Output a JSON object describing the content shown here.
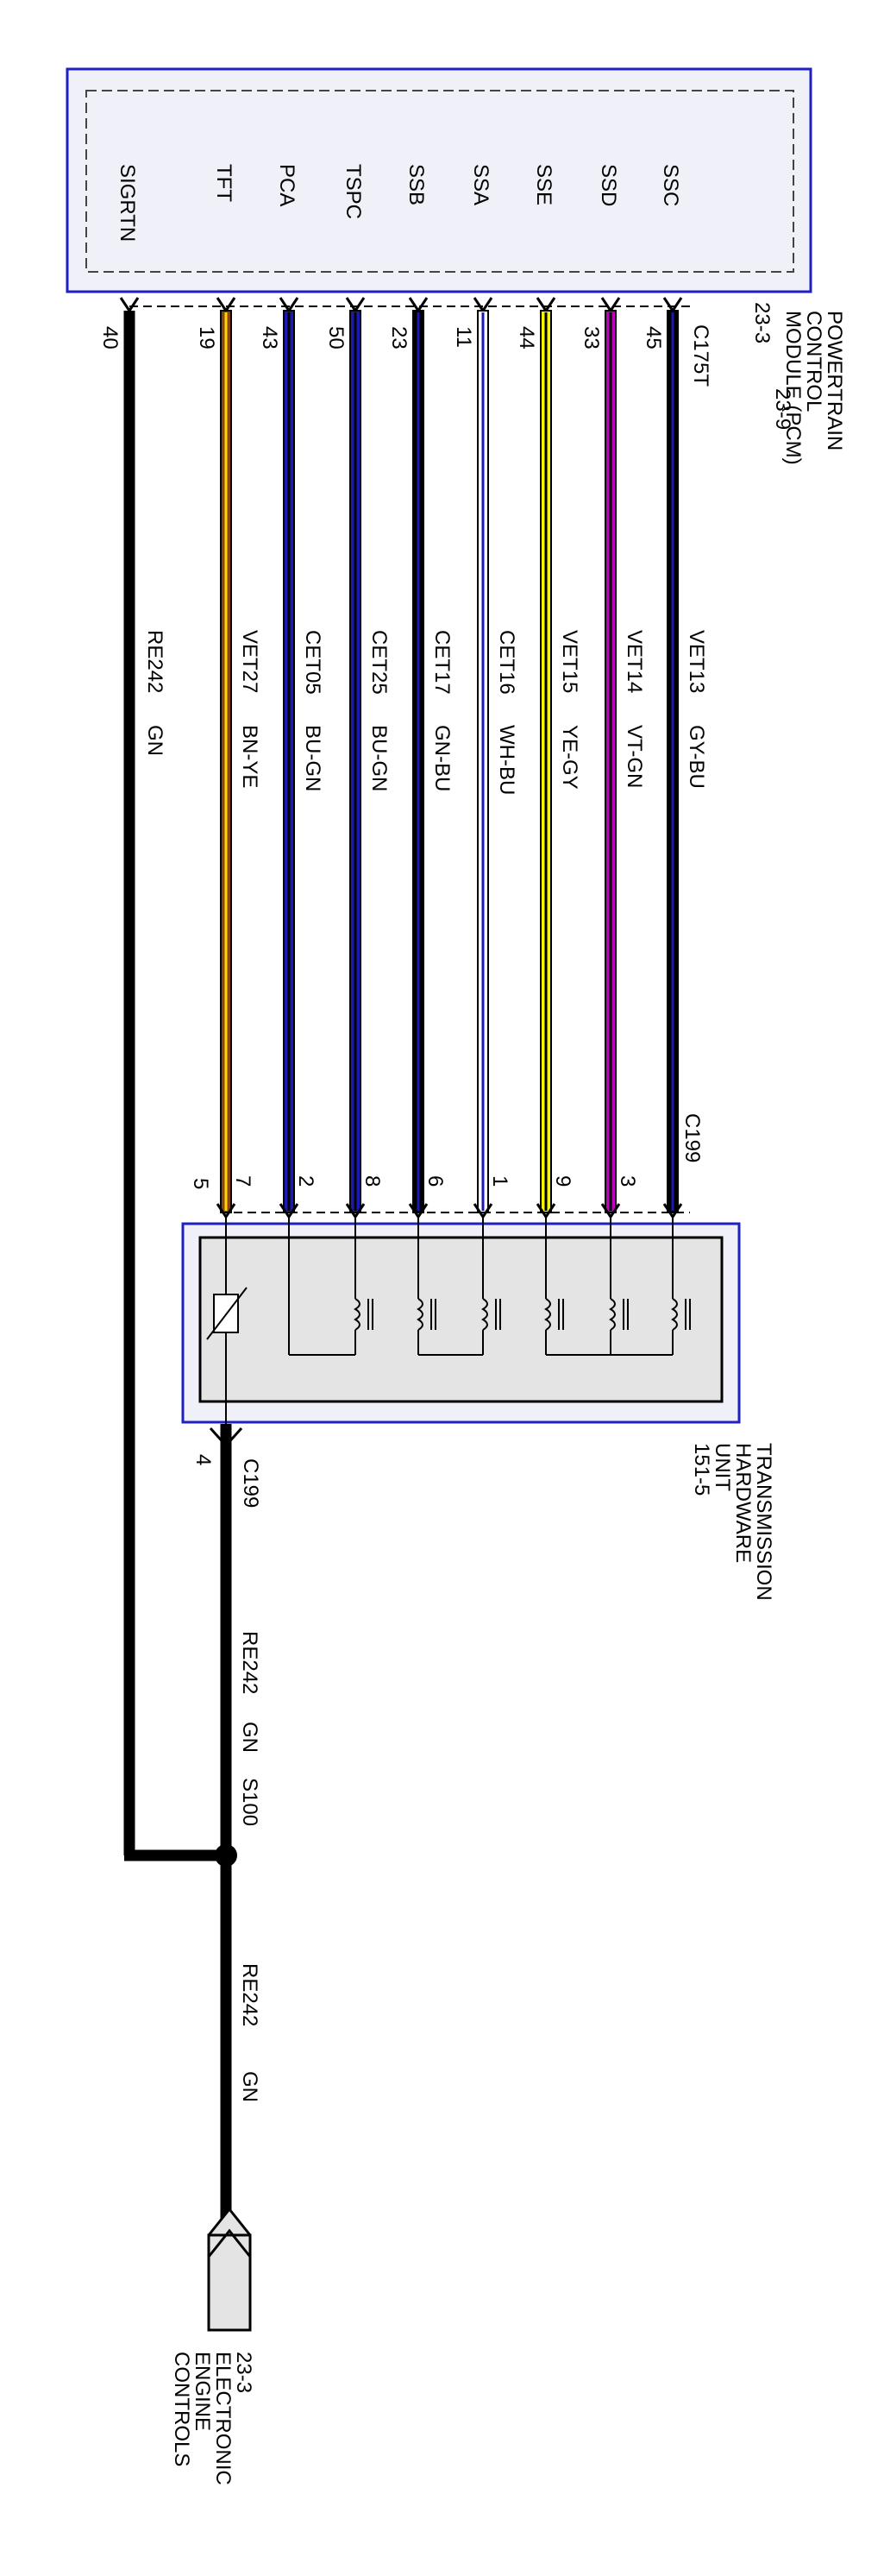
{
  "pcm": {
    "title_lines": [
      "POWERTRAIN",
      "CONTROL",
      "MODULE (PCM)"
    ],
    "ref_left": "23-3",
    "ref_right": "23-9",
    "connector": "C175T",
    "pins": [
      "SIGRTN",
      "TFT",
      "PCA",
      "TSPC",
      "SSB",
      "SSA",
      "SSE",
      "SSD",
      "SSC"
    ]
  },
  "wires": [
    {
      "circuit": "RE242",
      "color_code": "GN",
      "pcm_pin": "40",
      "color": "#000000",
      "stripe": ""
    },
    {
      "circuit": "VET27",
      "color_code": "BN-YE",
      "pcm_pin": "19",
      "thu_pin": "7",
      "color": "#8B4513",
      "stripe": "#FFD700"
    },
    {
      "circuit": "CET05",
      "color_code": "BU-GN",
      "pcm_pin": "43",
      "thu_pin": "2",
      "color": "#1A1AB0",
      "stripe": "#000000"
    },
    {
      "circuit": "CET25",
      "color_code": "BU-GN",
      "pcm_pin": "50",
      "thu_pin": "8",
      "color": "#1A1AB0",
      "stripe": "#000000"
    },
    {
      "circuit": "CET17",
      "color_code": "GN-BU",
      "pcm_pin": "23",
      "thu_pin": "6",
      "color": "#000000",
      "stripe": "#1A1AB0"
    },
    {
      "circuit": "CET16",
      "color_code": "WH-BU",
      "pcm_pin": "11",
      "thu_pin": "1",
      "color": "#ffffff",
      "stripe": "#1A1AB0"
    },
    {
      "circuit": "VET15",
      "color_code": "YE-GY",
      "pcm_pin": "44",
      "thu_pin": "9",
      "color": "#F5F500",
      "stripe": "#000000"
    },
    {
      "circuit": "VET14",
      "color_code": "VT-GN",
      "pcm_pin": "33",
      "thu_pin": "3",
      "color": "#C000C0",
      "stripe": "#000000"
    },
    {
      "circuit": "VET13",
      "color_code": "GY-BU",
      "pcm_pin": "45",
      "thu_pin": "",
      "color": "#000000",
      "stripe": "#1A1AB0"
    }
  ],
  "thu": {
    "title_lines": [
      "TRANSMISSION",
      "HARDWARE",
      "UNIT"
    ],
    "ref": "151-5",
    "connector_top": "C199",
    "pin_left": "5",
    "bottom_connector": "C199",
    "bottom_pin": "4"
  },
  "ground_path": {
    "segment1": {
      "circuit": "RE242",
      "color_code": "GN"
    },
    "splice": "S100",
    "segment2": {
      "circuit": "RE242",
      "color_code": "GN"
    }
  },
  "eec": {
    "ref": "23-3",
    "label_lines": [
      "ELECTRONIC",
      "ENGINE",
      "CONTROLS"
    ]
  },
  "colors": {
    "module_border": "#2020C0",
    "module_fill": "#F0F0F8",
    "thu_fill": "#E8E8E8"
  }
}
